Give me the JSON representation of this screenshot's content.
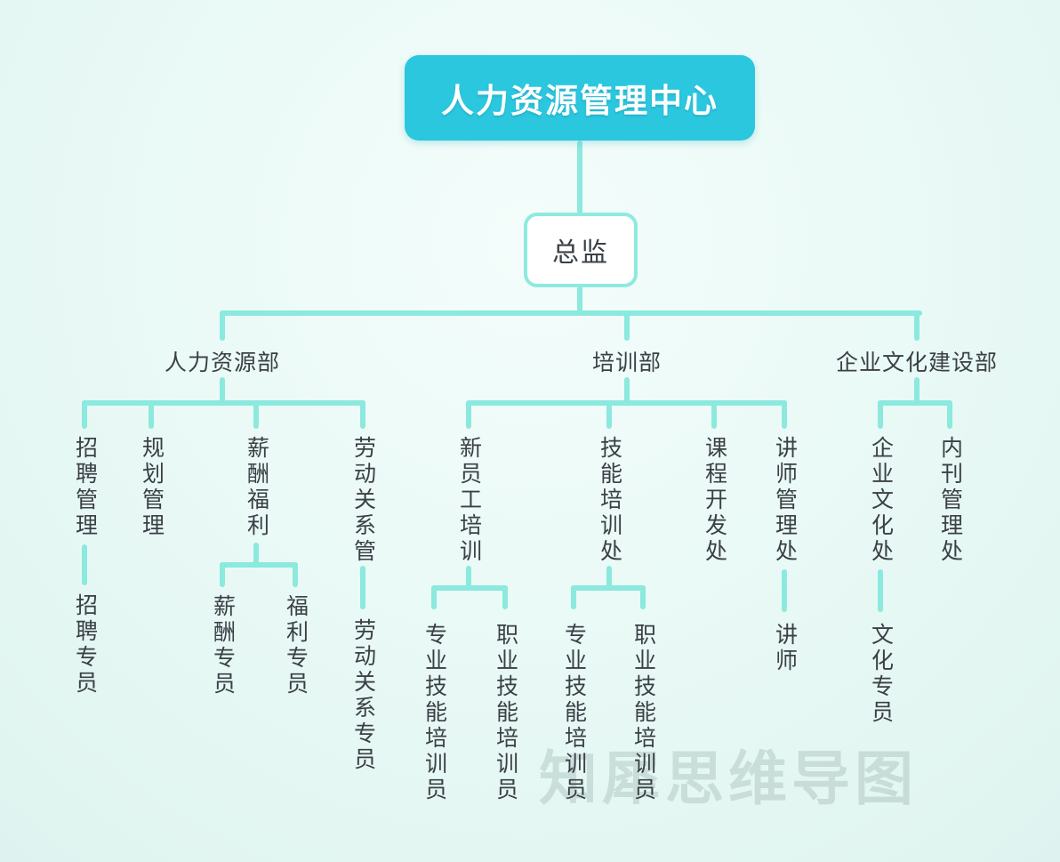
{
  "watermark": {
    "label": "知犀思维导图"
  },
  "colors": {
    "background": "#e8f9f5",
    "root_fill": "#2bc7df",
    "root_text": "#ffffff",
    "node_border": "#8eeadf",
    "connector": "#8be9de",
    "text": "#3a4046",
    "watermark_text": "#cdd9d6"
  },
  "tree": {
    "root": "人力资源管理中心",
    "director": "总监",
    "departments": [
      {
        "label": "人力资源部",
        "children": [
          {
            "label": "招聘管理",
            "children": [
              "招聘专员"
            ]
          },
          {
            "label": "规划管理",
            "children": []
          },
          {
            "label": "薪酬福利",
            "children": [
              "薪酬专员",
              "福利专员"
            ]
          },
          {
            "label": "劳动关系管",
            "children": [
              "劳动关系专员"
            ]
          }
        ]
      },
      {
        "label": "培训部",
        "children": [
          {
            "label": "新员工培训",
            "children": [
              "专业技能培训员",
              "职业技能培训员"
            ]
          },
          {
            "label": "技能培训处",
            "children": [
              "专业技能培训员",
              "职业技能培训员"
            ]
          },
          {
            "label": "课程开发处",
            "children": []
          },
          {
            "label": "讲师管理处",
            "children": [
              "讲师"
            ]
          }
        ]
      },
      {
        "label": "企业文化建设部",
        "children": [
          {
            "label": "企业文化处",
            "children": [
              "文化专员"
            ]
          },
          {
            "label": "内刊管理处",
            "children": []
          }
        ]
      }
    ]
  }
}
